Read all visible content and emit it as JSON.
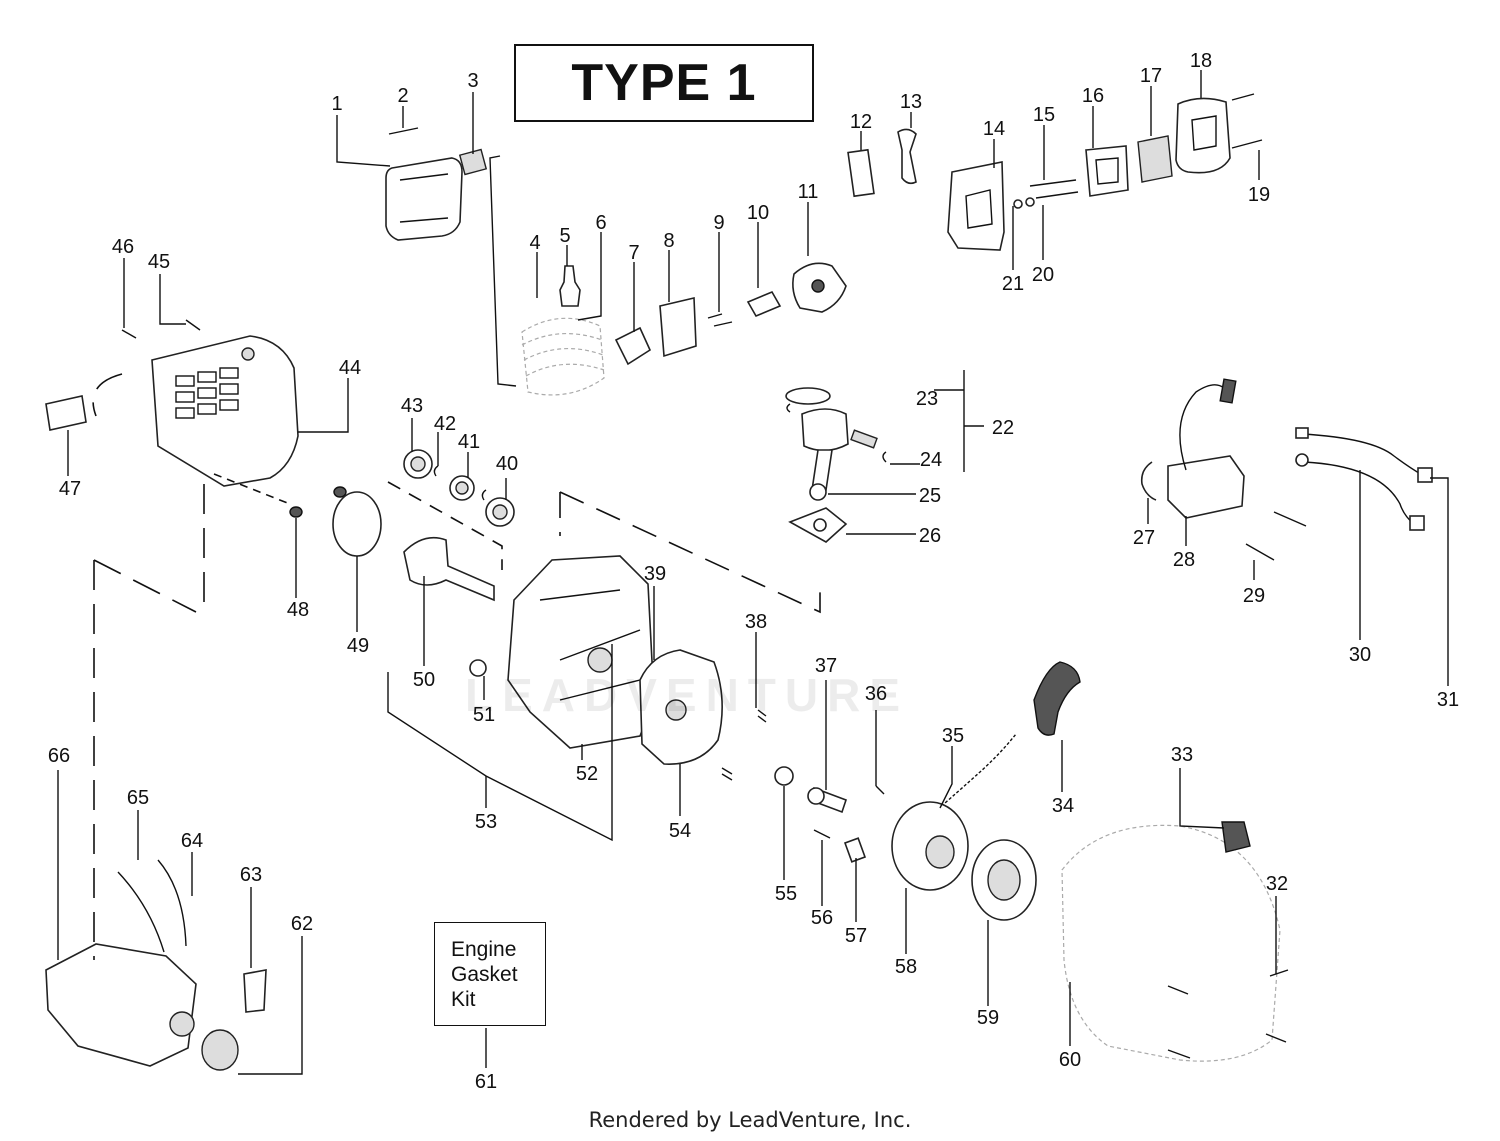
{
  "title": "TYPE 1",
  "kit_label": [
    "Engine",
    "Gasket",
    "Kit"
  ],
  "footer": "Rendered by LeadVenture, Inc.",
  "watermark": "LEADVENTURE",
  "callouts": [
    "1",
    "2",
    "3",
    "4",
    "5",
    "6",
    "7",
    "8",
    "9",
    "10",
    "11",
    "12",
    "13",
    "14",
    "15",
    "16",
    "17",
    "18",
    "19",
    "20",
    "21",
    "22",
    "23",
    "24",
    "25",
    "26",
    "27",
    "28",
    "29",
    "30",
    "31",
    "32",
    "33",
    "34",
    "35",
    "36",
    "37",
    "38",
    "39",
    "40",
    "41",
    "42",
    "43",
    "44",
    "45",
    "46",
    "47",
    "48",
    "49",
    "50",
    "51",
    "52",
    "53",
    "54",
    "55",
    "56",
    "57",
    "58",
    "59",
    "60",
    "61",
    "62",
    "63",
    "64",
    "65",
    "66"
  ]
}
